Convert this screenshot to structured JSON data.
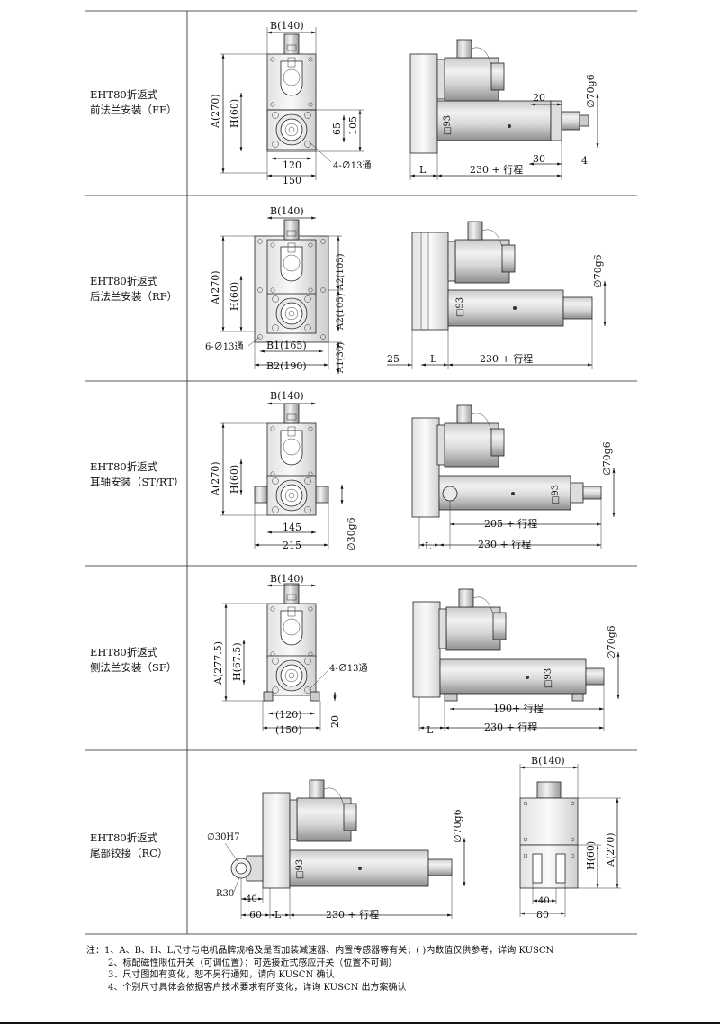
{
  "rows": [
    {
      "label_line1": "EHT80折返式",
      "label_line2": "前法兰安装（FF）"
    },
    {
      "label_line1": "EHT80折返式",
      "label_line2": "后法兰安装（RF）"
    },
    {
      "label_line1": "EHT80折返式",
      "label_line2": "耳轴安装（ST/RT）"
    },
    {
      "label_line1": "EHT80折返式",
      "label_line2": "侧法兰安装（SF）"
    },
    {
      "label_line1": "EHT80折返式",
      "label_line2": "尾部铰接（RC）"
    }
  ],
  "ff": {
    "b": "B(140)",
    "a": "A(270)",
    "h": "H(60)",
    "d65": "65",
    "d105": "105",
    "d120": "120",
    "d150": "150",
    "holes": "4-∅13通",
    "phi70": "∅70g6",
    "d20": "20",
    "sq93": "□93",
    "d30": "30",
    "d4": "4",
    "l": "L",
    "stroke": "230 + 行程"
  },
  "rf": {
    "b": "B(140)",
    "a": "A(270)",
    "h": "H(60)",
    "a2top": "A2(105)",
    "a2bot": "A2(105)",
    "a1": "A1(30)",
    "holes": "6-∅13通",
    "b1": "B1(165)",
    "b2": "B2(190)",
    "phi70": "∅70g6",
    "sq93": "□93",
    "d25": "25",
    "l": "L",
    "stroke": "230 + 行程"
  },
  "st": {
    "b": "B(140)",
    "a": "A(270)",
    "h": "H(60)",
    "d145": "145",
    "d215": "215",
    "phi30": "∅30g6",
    "phi70": "∅70g6",
    "sq93": "□93",
    "stroke205": "205 + 行程",
    "l": "L",
    "stroke": "230 + 行程"
  },
  "sf": {
    "b": "B(140)",
    "a": "A(277.5)",
    "h": "H(67.5)",
    "holes": "4-∅13通",
    "d120": "(120)",
    "d150": "(150)",
    "d20": "20",
    "phi70": "∅70g6",
    "sq93": "□93",
    "stroke190": "190+ 行程",
    "l": "L",
    "stroke": "230 + 行程"
  },
  "rc": {
    "phi30": "∅30H7",
    "r30": "R30",
    "d40": "40",
    "d60": "60",
    "l": "L",
    "stroke": "230 + 行程",
    "phi70": "∅70g6",
    "sq93": "□93",
    "b": "B(140)",
    "h": "H(60)",
    "a": "A(270)",
    "e40": "40",
    "e80": "80"
  },
  "notes": [
    "注：1、A、B、H、L尺寸与电机品牌规格及是否加装减速器、内置传感器等有关；( )内数值仅供参考，详询  KUSCN",
    "2、标配磁性限位开关（可调位置）；可选接近式感应开关（位置不可调）",
    "3、尺寸图如有变化，恕不另行通知，请向  KUSCN 确认",
    "4、个别尺寸具体会依据客户技术要求有所变化，详询  KUSCN 出方案确认"
  ]
}
